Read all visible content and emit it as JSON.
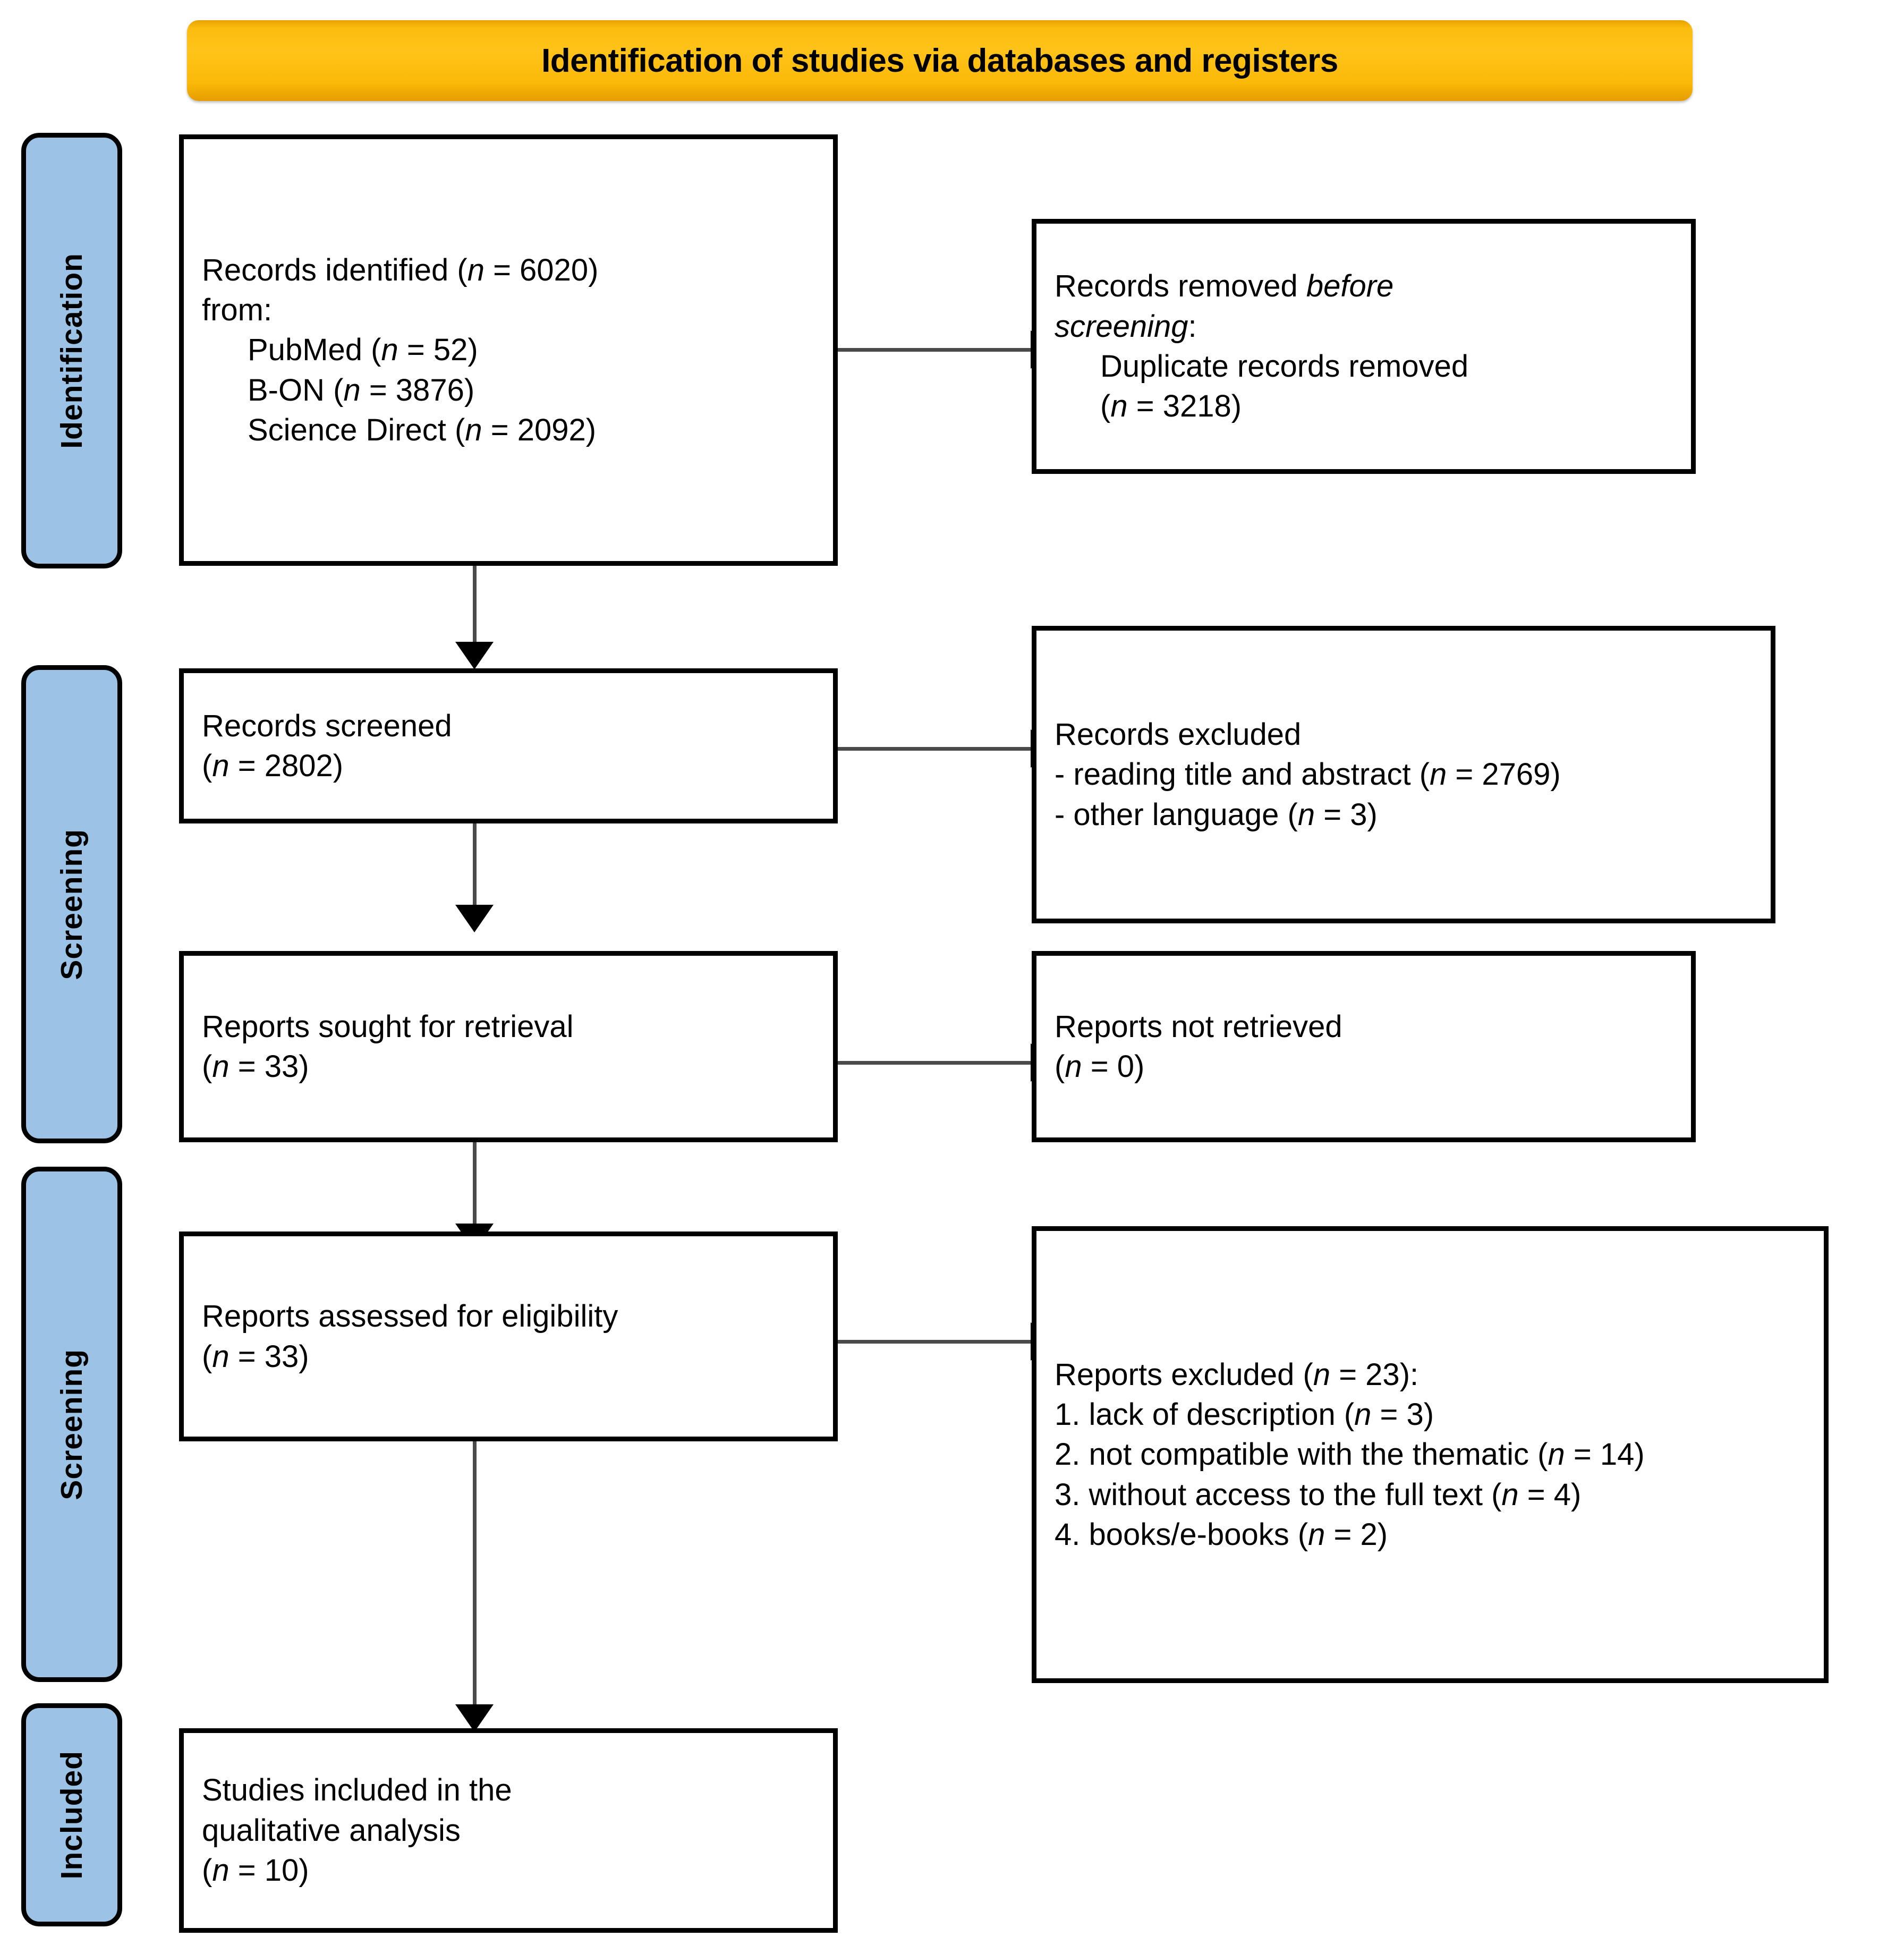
{
  "banner": {
    "title": "Identification of studies via databases and registers"
  },
  "stage_labels": [
    {
      "name": "identification",
      "text": "Identification"
    },
    {
      "name": "screening-1",
      "text": "Screening"
    },
    {
      "name": "screening-2",
      "text": "Screening"
    },
    {
      "name": "included",
      "text": "Included"
    }
  ],
  "boxes": {
    "records_identified": {
      "l1": "Records identified (",
      "l1_italic": "n",
      "l1_end": " = 6020)",
      "l2": "from:",
      "l3": "PubMed (",
      "l3_italic": "n",
      "l3_end": " = 52)",
      "l4": "B-ON (",
      "l4_italic": "n",
      "l4_end": " = 3876)",
      "l5": "Science Direct (",
      "l5_italic": "n",
      "l5_end": " = 2092)"
    },
    "records_removed": {
      "l1a": "Records removed ",
      "l1b": "before",
      "l2a": "screening",
      "l2b": ":",
      "l3": "Duplicate records removed",
      "l4a": "(",
      "l4b": "n",
      "l4c": " = 3218)"
    },
    "records_screened": {
      "l1": "Records screened",
      "l2a": "(",
      "l2b": "n",
      "l2c": " = 2802)"
    },
    "records_excluded": {
      "l1": "Records excluded",
      "l2a": "- reading title and abstract (",
      "l2b": "n",
      "l2c": " = 2769)",
      "l3a": "- other language (",
      "l3b": "n",
      "l3c": " = 3)"
    },
    "reports_sought": {
      "l1": "Reports sought for retrieval",
      "l2a": "(",
      "l2b": "n",
      "l2c": " = 33)"
    },
    "reports_not_retrieved": {
      "l1": "Reports not retrieved",
      "l2a": "(",
      "l2b": "n",
      "l2c": " = 0)"
    },
    "reports_assessed": {
      "l1": "Reports assessed for eligibility",
      "l2a": "(",
      "l2b": "n",
      "l2c": " = 33)"
    },
    "reports_excluded": {
      "l1a": "Reports excluded (",
      "l1b": "n",
      "l1c": " = 23):",
      "l2a": "1. lack of description (",
      "l2b": "n",
      "l2c": " = 3)",
      "l3a": "2. not compatible with the thematic (",
      "l3b": "n",
      "l3c": " = 14)",
      "l4a": "3. without access to the full text (",
      "l4b": "n",
      "l4c": " = 4)",
      "l5a": "4. books/e-books (",
      "l5b": "n",
      "l5c": " = 2)"
    },
    "studies_included": {
      "l1": "Studies included in the",
      "l2": "qualitative analysis",
      "l3a": "(",
      "l3b": "n",
      "l3c": " = 10)"
    }
  },
  "colors": {
    "banner_fill": "#FFC319",
    "stage_label_fill": "#9CC3E5",
    "box_border": "#000000",
    "connector": "#4A4A4A"
  }
}
